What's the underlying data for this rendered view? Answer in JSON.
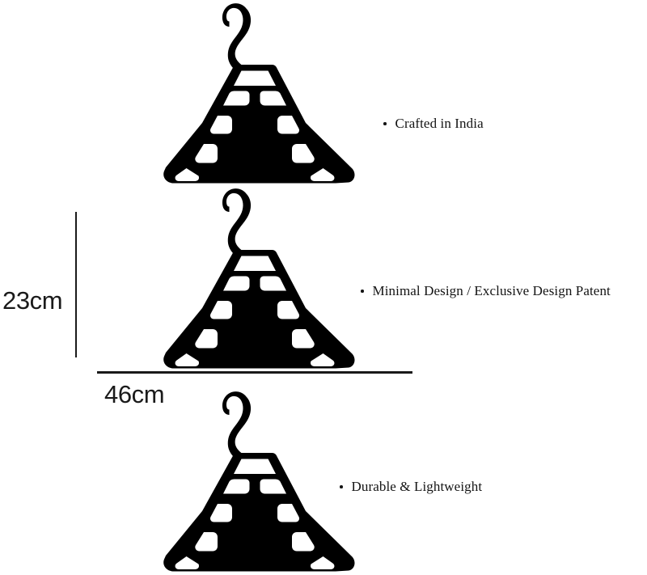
{
  "product": {
    "name": "Plastic Clothes Hanger",
    "shape": "chevron-hanger-with-cutouts",
    "color": "#000000"
  },
  "background_color": "#ffffff",
  "dimensions": {
    "height_label": "23cm",
    "width_label": "46cm",
    "height_value": 23,
    "width_value": 46,
    "unit": "cm"
  },
  "features": [
    {
      "bullet": "•",
      "text": "Crafted in India"
    },
    {
      "bullet": "•",
      "text": "Minimal Design / Exclusive Design Patent"
    },
    {
      "bullet": "•",
      "text": "Durable & Lightweight"
    }
  ],
  "hangers": [
    {
      "index": 1,
      "label": "hanger-top"
    },
    {
      "index": 2,
      "label": "hanger-middle"
    },
    {
      "index": 3,
      "label": "hanger-bottom"
    }
  ]
}
